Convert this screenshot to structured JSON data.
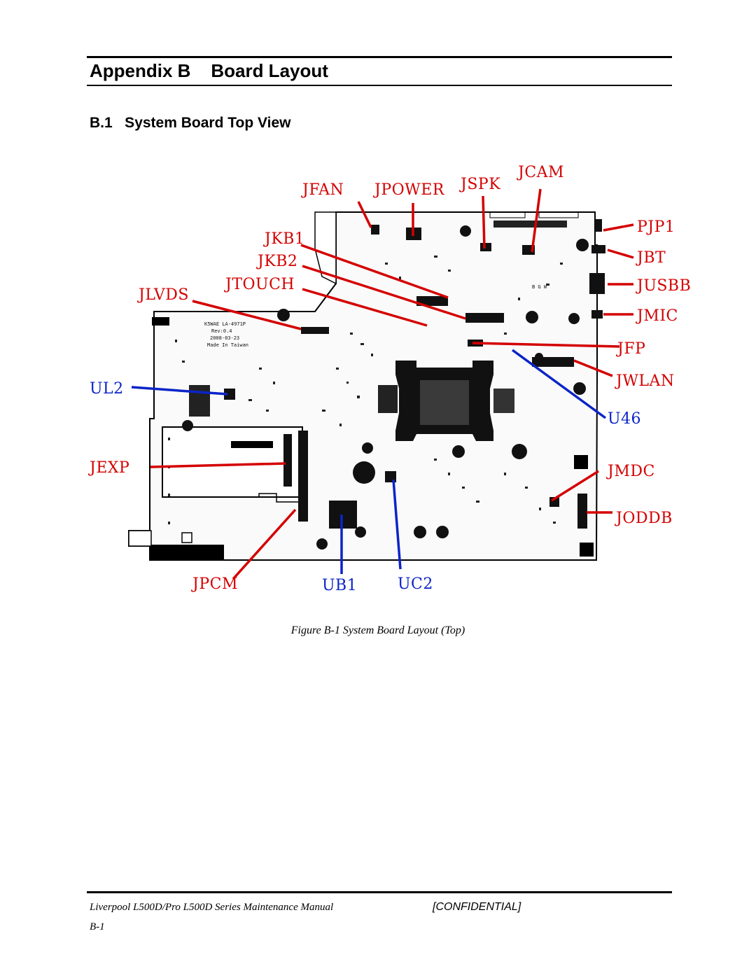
{
  "header": {
    "appendix_title": "Appendix B    Board Layout",
    "section_title": "B.1   System Board Top View"
  },
  "figure": {
    "caption": "Figure B-1 System Board Layout (Top)",
    "board_silkscreen": [
      "K5WAE LA-4971P",
      "Rev:0.4",
      "2008-03-23",
      "Made In Taiwan",
      "B  G  W"
    ],
    "labels": {
      "JFAN": "JFAN",
      "JPOWER": "JPOWER",
      "JSPK": "JSPK",
      "JCAM": "JCAM",
      "PJP1": "PJP1",
      "JKB1": "JKB1",
      "JKB2": "JKB2",
      "JTOUCH": "JTOUCH",
      "JLVDS": "JLVDS",
      "JBT": "JBT",
      "JUSBB": "JUSBB",
      "JMIC": "JMIC",
      "JFP": "JFP",
      "JWLAN": "JWLAN",
      "UL2": "UL2",
      "U46": "U46",
      "JEXP": "JEXP",
      "JMDC": "JMDC",
      "JODDB": "JODDB",
      "JPCM": "JPCM",
      "UB1": "UB1",
      "UC2": "UC2"
    },
    "colors": {
      "red_label": "#d40000",
      "blue_label": "#0b24c8",
      "board_ink": "#000000"
    }
  },
  "footer": {
    "manual": "Liverpool L500D/Pro L500D Series Maintenance Manual",
    "confidential": "[CONFIDENTIAL]",
    "page": "B-1"
  }
}
